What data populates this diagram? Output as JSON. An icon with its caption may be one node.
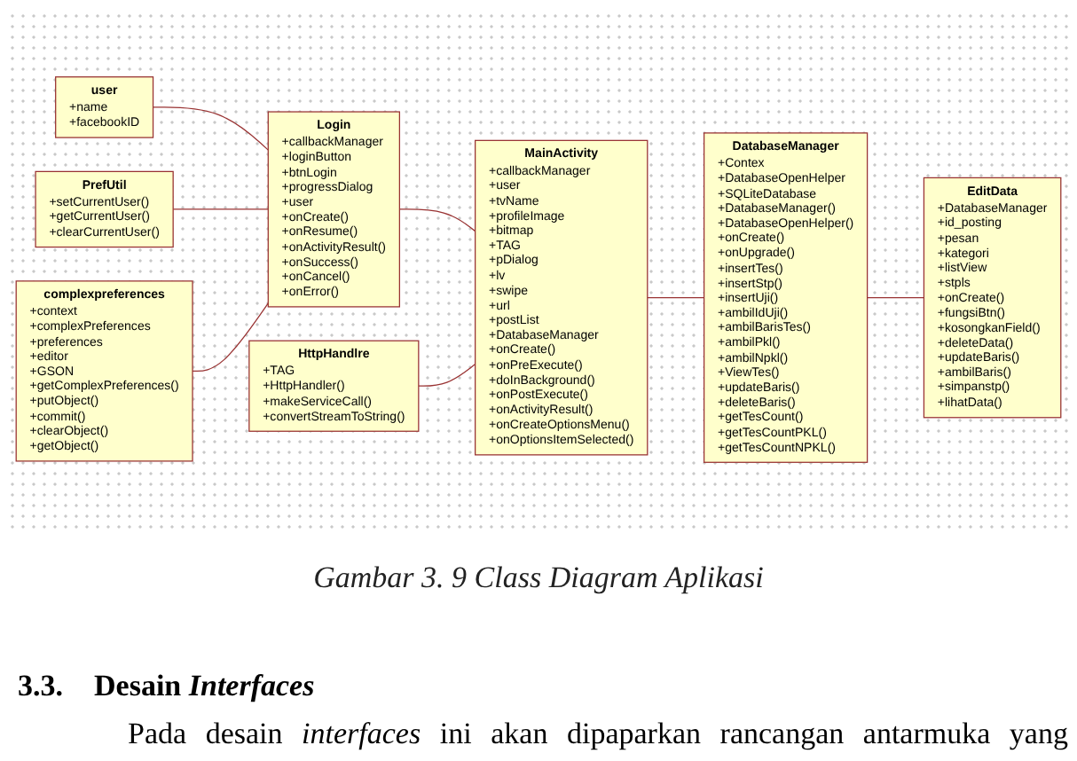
{
  "diagram": {
    "caption": "Gambar 3. 9 Class Diagram Aplikasi",
    "nodes": [
      {
        "text": [
          "PrefUtil",
          "+setCurrentUser()",
          "+getCurrentUser()",
          "+clearCurrentUser()"
        ]
      },
      {
        "text": [
          "user",
          "+name",
          "+facebookID"
        ]
      },
      {
        "text": [
          "Login",
          "+callbackManager",
          "+loginButton",
          "+btnLogin",
          "+progressDialog",
          "+user",
          "+onCreate()",
          "+onResume()",
          "+onActivityResult()",
          "+onSuccess()",
          "+onCancel()",
          "+onError()"
        ]
      },
      {
        "text": [
          "complexpreferences",
          "+context",
          "+complexPreferences",
          "+preferences",
          "+editor",
          "+GSON",
          "+getComplexPreferences()",
          "+putObject()",
          "+commit()",
          "+clearObject()",
          "+getObject()"
        ]
      },
      {
        "text": [
          "HttpHandlre",
          "+TAG",
          "+HttpHandler()",
          "+makeServiceCall()",
          "+convertStreamToString()"
        ]
      },
      {
        "text": [
          "MainActivity",
          "+callbackManager",
          "+user",
          "+tvName",
          "+profileImage",
          "+bitmap",
          "+TAG",
          "+pDialog",
          "+lv",
          "+swipe",
          "+url",
          "+postList",
          "+DatabaseManager",
          "+onCreate()",
          "+onPreExecute()",
          "+doInBackground()",
          "+onPostExecute()",
          "+onActivityResult()",
          "+onCreateOptionsMenu()",
          "+onOptionsItemSelected()"
        ]
      },
      {
        "text": [
          "DatabaseManager",
          "+Contex",
          "+DatabaseOpenHelper",
          "+SQLiteDatabase",
          "+DatabaseManager()",
          "+DatabaseOpenHelper()",
          "+onCreate()",
          "+onUpgrade()",
          "+insertTes()",
          "+insertStp()",
          "+insertUji()",
          "+ambilIdUji()",
          "+ambilBarisTes()",
          "+ambilPkl()",
          "+ambilNpkl()",
          "+ViewTes()",
          "+updateBaris()",
          "+deleteBaris()",
          "+getTesCount()",
          "+getTesCountPKL()",
          "+getTesCountNPKL()"
        ]
      },
      {
        "text": [
          "EditData",
          "+DatabaseManager",
          "+id_posting",
          "+pesan",
          "+kategori",
          "+listView",
          "+stpls",
          "+onCreate()",
          "+fungsiBtn()",
          "+kosongkanField()",
          "+deleteData()",
          "+updateBaris()",
          "+ambilBaris()",
          "+simpanstp()",
          "+lihatData()"
        ]
      }
    ],
    "edges": [
      {
        "from": 1,
        "to": 2,
        "arrow": "none"
      },
      {
        "from": 0,
        "to": 2,
        "arrow": "none"
      },
      {
        "from": 3,
        "to": 2,
        "arrow": "none"
      },
      {
        "from": 2,
        "to": 5,
        "arrow": "none"
      },
      {
        "from": 4,
        "to": 5,
        "arrow": "none"
      },
      {
        "from": 5,
        "to": 6,
        "arrow": "none"
      },
      {
        "from": 6,
        "to": 7,
        "arrow": "none"
      }
    ],
    "labels": [
      "3.3.",
      "Desain *Interfaces*",
      "Pada desain *interfaces* ini akan dipaparkan rancangan antarmuka yang"
    ]
  }
}
